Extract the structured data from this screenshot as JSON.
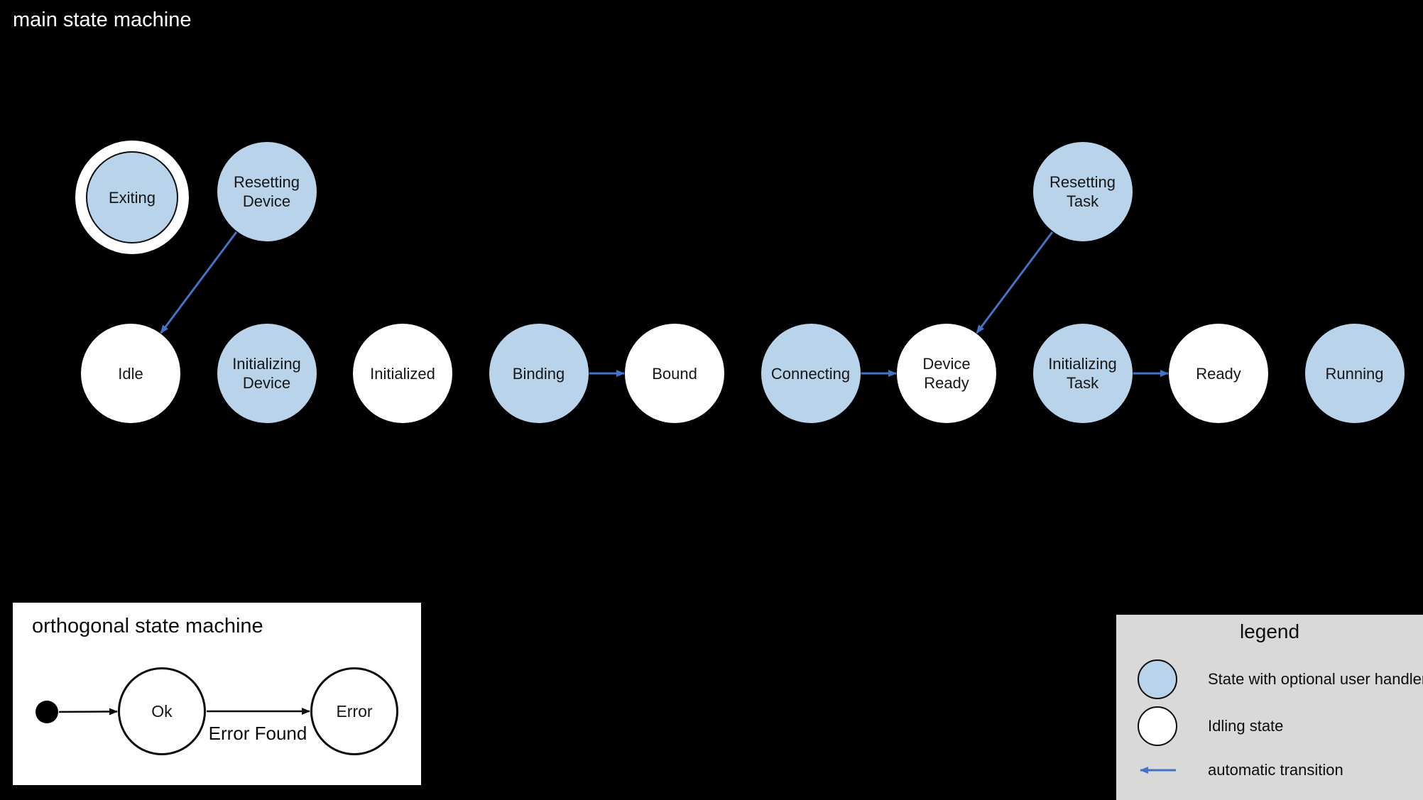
{
  "main_machine": {
    "title": "main state machine",
    "states": [
      {
        "id": "exiting",
        "label": "Exiting",
        "type": "user-handler",
        "final": true
      },
      {
        "id": "resetting-device",
        "label": "Resetting Device",
        "type": "user-handler"
      },
      {
        "id": "idle",
        "label": "Idle",
        "type": "idling"
      },
      {
        "id": "initializing-device",
        "label": "Initializing Device",
        "type": "user-handler"
      },
      {
        "id": "initialized",
        "label": "Initialized",
        "type": "idling"
      },
      {
        "id": "binding",
        "label": "Binding",
        "type": "user-handler"
      },
      {
        "id": "bound",
        "label": "Bound",
        "type": "idling"
      },
      {
        "id": "connecting",
        "label": "Connecting",
        "type": "user-handler"
      },
      {
        "id": "device-ready",
        "label": "Device Ready",
        "type": "idling"
      },
      {
        "id": "resetting-task",
        "label": "Resetting Task",
        "type": "user-handler"
      },
      {
        "id": "initializing-task",
        "label": "Initializing Task",
        "type": "user-handler"
      },
      {
        "id": "ready",
        "label": "Ready",
        "type": "idling"
      },
      {
        "id": "running",
        "label": "Running",
        "type": "user-handler"
      }
    ],
    "transitions": [
      {
        "from": "resetting-device",
        "to": "idle"
      },
      {
        "from": "binding",
        "to": "bound"
      },
      {
        "from": "connecting",
        "to": "device-ready"
      },
      {
        "from": "resetting-task",
        "to": "device-ready"
      },
      {
        "from": "initializing-task",
        "to": "ready"
      }
    ]
  },
  "orthogonal_machine": {
    "title": "orthogonal state machine",
    "states": [
      {
        "id": "ortho-initial",
        "label": "",
        "type": "initial"
      },
      {
        "id": "ok",
        "label": "Ok",
        "type": "plain"
      },
      {
        "id": "error",
        "label": "Error",
        "type": "plain"
      }
    ],
    "transitions": [
      {
        "from": "ortho-initial",
        "to": "ok",
        "label": ""
      },
      {
        "from": "ok",
        "to": "error",
        "label": "Error Found"
      }
    ]
  },
  "legend": {
    "title": "legend",
    "items": [
      {
        "swatch": "user-handler-state",
        "label": "State with optional user handler"
      },
      {
        "swatch": "idling-state",
        "label": "Idling state"
      },
      {
        "swatch": "automatic-transition-arrow",
        "label": "automatic transition"
      }
    ]
  },
  "colors": {
    "state_user_handler_fill": "#b9d3ea",
    "state_idling_fill": "#ffffff",
    "automatic_transition_blue": "#4472c4",
    "legend_background": "#d9d9d9",
    "background": "#000000"
  }
}
